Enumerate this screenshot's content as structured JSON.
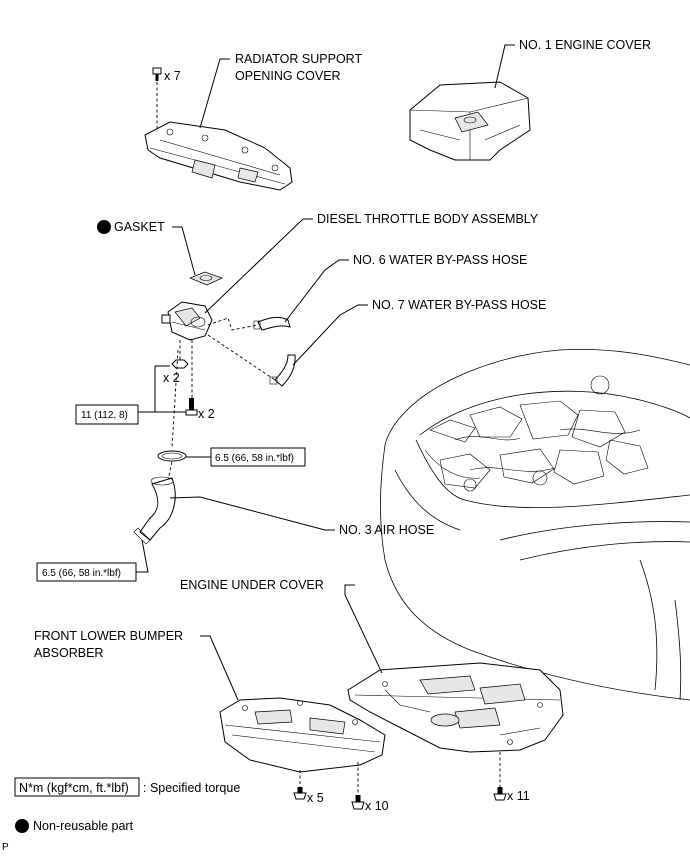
{
  "labels": {
    "radiator_support_1": "RADIATOR SUPPORT",
    "radiator_support_2": "OPENING COVER",
    "engine_cover": "NO. 1 ENGINE COVER",
    "gasket": "GASKET",
    "throttle_body": "DIESEL THROTTLE BODY ASSEMBLY",
    "hose6": "NO. 6 WATER BY-PASS HOSE",
    "hose7": "NO. 7 WATER BY-PASS HOSE",
    "air_hose": "NO. 3 AIR HOSE",
    "engine_under_cover": "ENGINE UNDER COVER",
    "bumper_absorber_1": "FRONT LOWER BUMPER",
    "bumper_absorber_2": "ABSORBER"
  },
  "quantities": {
    "radiator_clips": "x 7",
    "nuts": "x 2",
    "bolts": "x 2",
    "bumper_clips": "x 5",
    "bumper_bolts": "x 10",
    "under_cover_bolts": "x 11"
  },
  "torques": {
    "throttle_bolt": "11 (112, 8)",
    "clamp_upper": "6.5 (66, 58 in.*lbf)",
    "clamp_lower": "6.5 (66, 58 in.*lbf)"
  },
  "legend": {
    "torque_box": "N*m (kgf*cm, ft.*lbf)",
    "torque_text": ": Specified torque",
    "non_reusable": "Non-reusable part"
  },
  "corner_mark": "P"
}
